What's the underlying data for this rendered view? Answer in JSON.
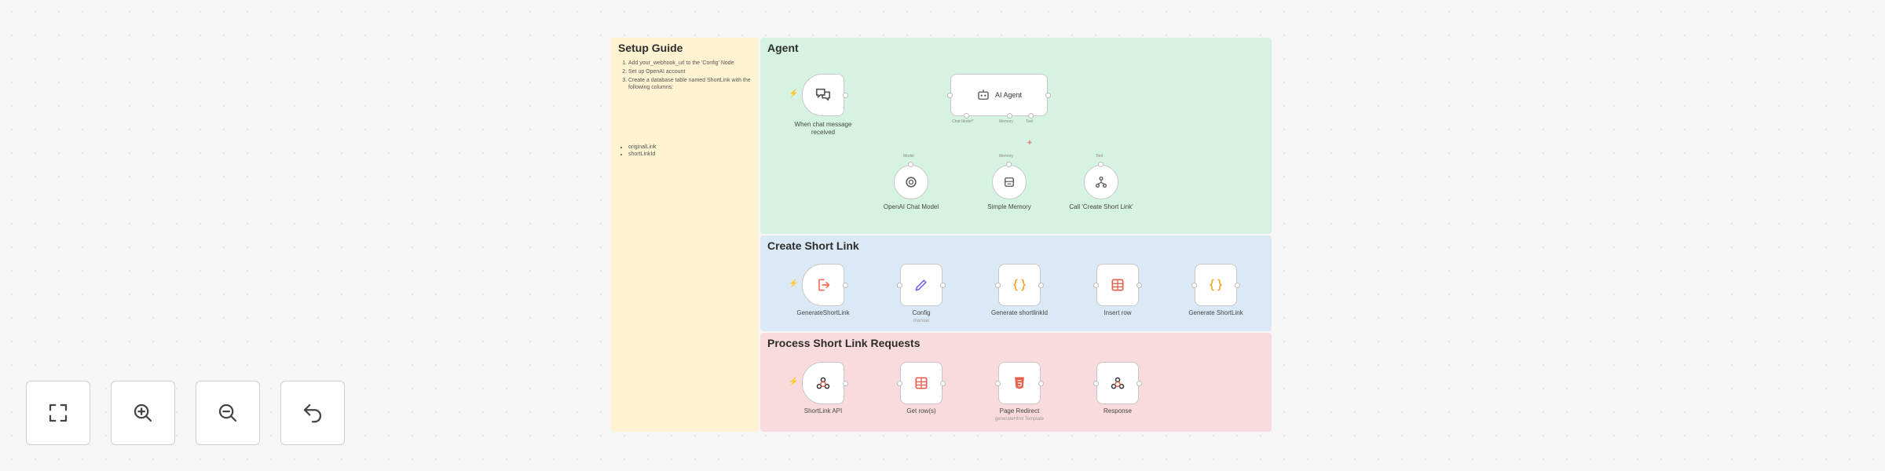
{
  "guide": {
    "title": "Setup Guide",
    "steps": [
      "Add your_webhook_url to the 'Config' Node",
      "Set up OpenAI account",
      "Create a database table named ShortLink with the following columns:"
    ],
    "columns": [
      "originalLink",
      "shortLinkId"
    ]
  },
  "sections": {
    "agent": "Agent",
    "create": "Create Short Link",
    "process": "Process Short Link Requests"
  },
  "nodes": {
    "chat_trigger": "When chat message received",
    "ai_agent": "AI Agent",
    "openai_model": "OpenAI Chat Model",
    "memory": "Simple Memory",
    "call_tool": "Call 'Create Short Link'",
    "generate_trigger": "GenerateShortLink",
    "config": "Config",
    "config_sub": "manual",
    "generate_id": "Generate shortlinkId",
    "insert_row": "Insert row",
    "generate_link": "Generate ShortLink",
    "webhook": "ShortLink API",
    "get_rows": "Get row(s)",
    "page_redirect": "Page Redirect",
    "page_redirect_sub": "generateHtml Template",
    "response": "Response"
  },
  "connections": {
    "chat_model": "Chat Model*",
    "memory": "Memory",
    "tool": "Tool",
    "model_small": "Model",
    "memory_small": "Memory",
    "tool_small": "Tool"
  },
  "controls": {
    "fit": "fit-view-icon",
    "zoom_in": "zoom-in-icon",
    "zoom_out": "zoom-out-icon",
    "undo": "reset-zoom-icon"
  },
  "colors": {
    "orange": "#ff6d5a",
    "purple": "#7b68ee",
    "yellow": "#f5a623",
    "red": "#e8604c"
  }
}
